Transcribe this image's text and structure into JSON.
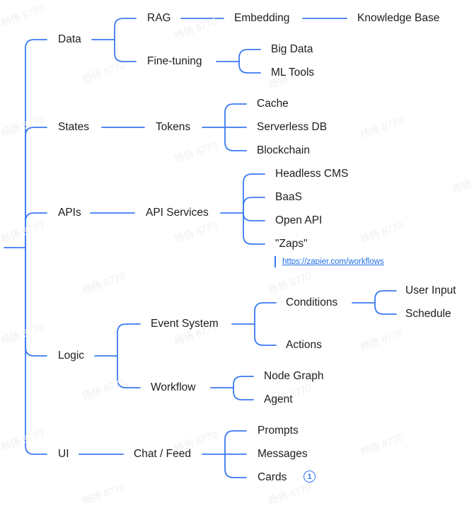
{
  "line_color": "#3a7af2",
  "nodes": {
    "data": "Data",
    "rag": "RAG",
    "embedding": "Embedding",
    "knowledge_base": "Knowledge Base",
    "fine_tuning": "Fine-tuning",
    "big_data": "Big Data",
    "ml_tools": "ML Tools",
    "states": "States",
    "tokens": "Tokens",
    "cache": "Cache",
    "serverless_db": "Serverless DB",
    "blockchain": "Blockchain",
    "apis": "APIs",
    "api_services": "API Services",
    "headless_cms": "Headless CMS",
    "baas": "BaaS",
    "open_api": "Open API",
    "zaps": "\"Zaps\"",
    "zapier_link": "https://zapier.com/workflows",
    "logic": "Logic",
    "event_system": "Event System",
    "conditions": "Conditions",
    "user_input": "User Input",
    "schedule": "Schedule",
    "actions": "Actions",
    "workflow": "Workflow",
    "node_graph": "Node Graph",
    "agent": "Agent",
    "ui": "UI",
    "chat_feed": "Chat / Feed",
    "prompts": "Prompts",
    "messages": "Messages",
    "cards": "Cards",
    "cards_badge": "1"
  },
  "watermark": "杨扬 8770"
}
